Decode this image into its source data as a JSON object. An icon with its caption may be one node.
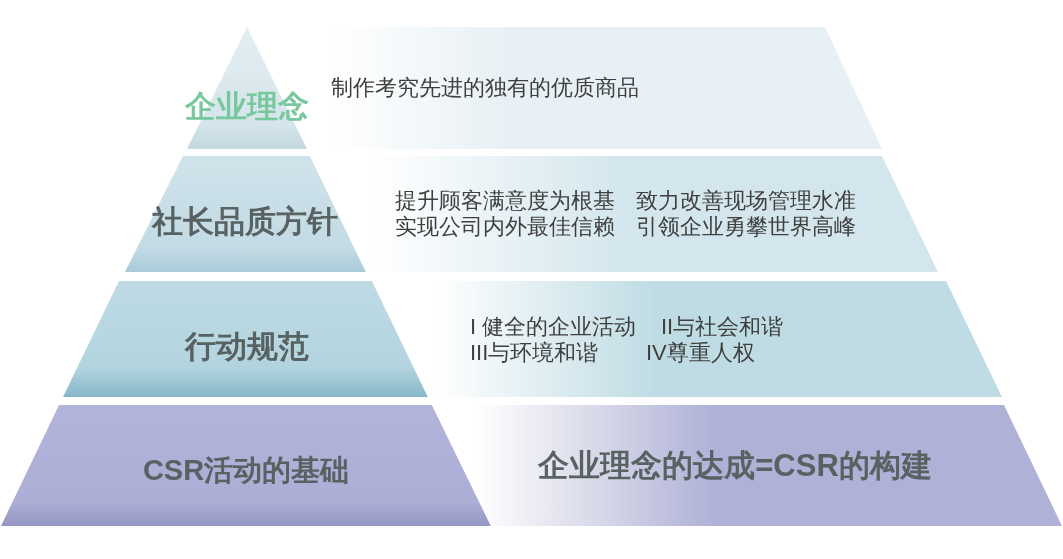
{
  "diagram": {
    "nodes": [
      {
        "text": [
          "企业理念"
        ]
      },
      {
        "text": [
          "制作考究先进的独有的优质商品"
        ]
      },
      {
        "text": [
          "社长品质方针"
        ]
      },
      {
        "text": [
          "提升顾客满意度为根基",
          "致力改善现场管理水准",
          "实现公司内外最佳信赖",
          "引领企业勇攀世界高峰"
        ]
      },
      {
        "text": [
          "行动规范"
        ]
      },
      {
        "text": [
          "I 健全的企业活动",
          "II与社会和谐",
          "III与环境和谐",
          "IV尊重人权"
        ]
      },
      {
        "text": [
          "CSR活动的基础"
        ]
      },
      {
        "text": [
          "企业理念的达成=CSR的构建"
        ]
      }
    ]
  }
}
